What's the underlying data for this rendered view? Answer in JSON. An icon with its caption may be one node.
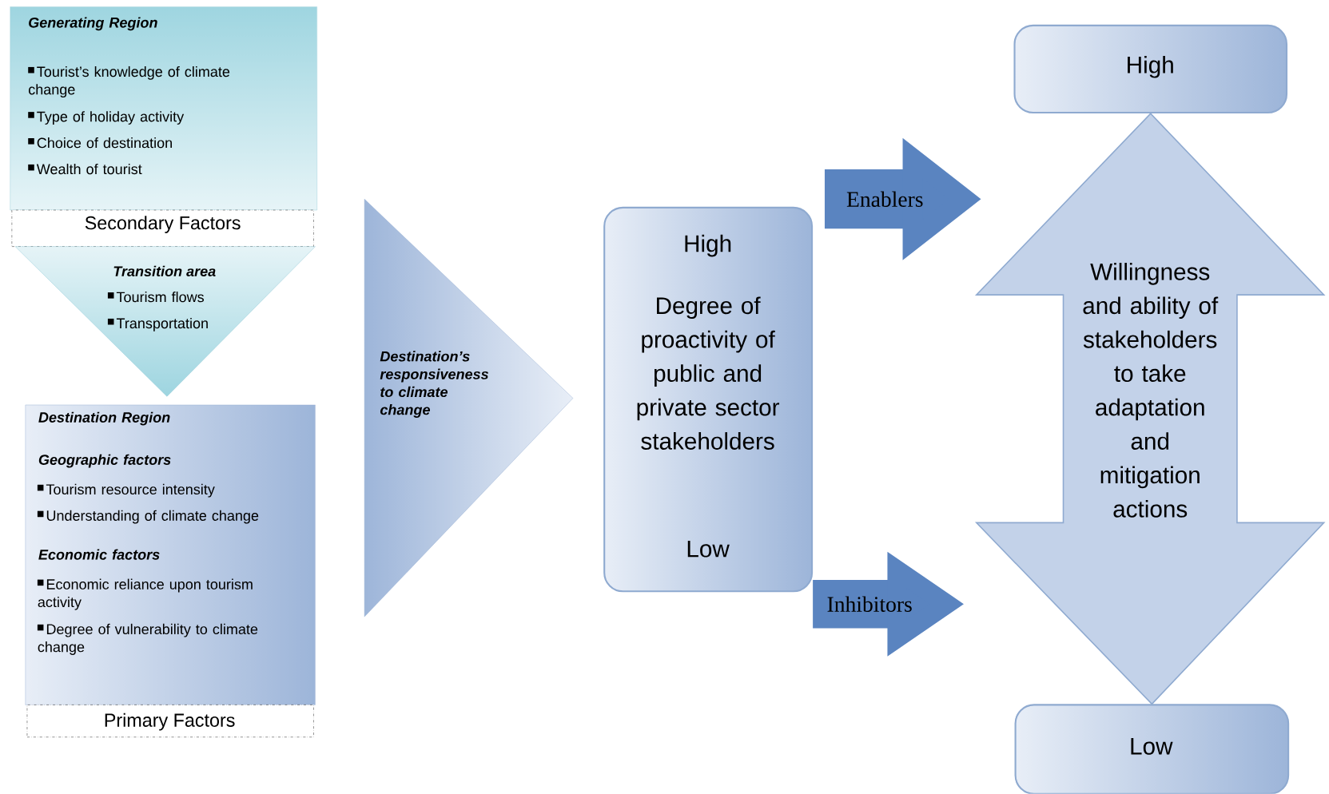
{
  "diagram": {
    "nodes": [
      {
        "text": [
          "Generating Region",
          "Tourist’s knowledge of climate change",
          "Type of holiday activity",
          "Choice of destination",
          "Wealth of tourist"
        ]
      },
      {
        "text": [
          "Secondary Factors"
        ]
      },
      {
        "text": [
          "Transition area",
          "Tourism flows",
          "Transportation"
        ]
      },
      {
        "text": [
          "Destination Region",
          "Geographic factors",
          "Tourism resource intensity",
          "Understanding of climate change",
          "Economic factors",
          "Economic reliance upon tourism activity",
          "Degree of vulnerability to climate change"
        ]
      },
      {
        "text": [
          "Primary Factors"
        ]
      },
      {
        "text": [
          "Destination’s responsiveness to climate change"
        ]
      },
      {
        "text": [
          "High",
          "Degree of proactivity of public and private sector stakeholders",
          "Low"
        ]
      },
      {
        "text": [
          "High"
        ]
      },
      {
        "text": [
          "Low"
        ]
      }
    ],
    "edges": [
      {
        "from": 6,
        "to": null,
        "arrow": "to",
        "label": "Enablers"
      },
      {
        "from": 6,
        "to": null,
        "arrow": "to",
        "label": "Inhibitors"
      },
      {
        "from": 8,
        "to": 7,
        "arrow": "both",
        "style": "thick",
        "color": "#c3d2e9",
        "label": "Willingness and ability of stakeholders to take adaptation and mitigation actions"
      }
    ]
  }
}
